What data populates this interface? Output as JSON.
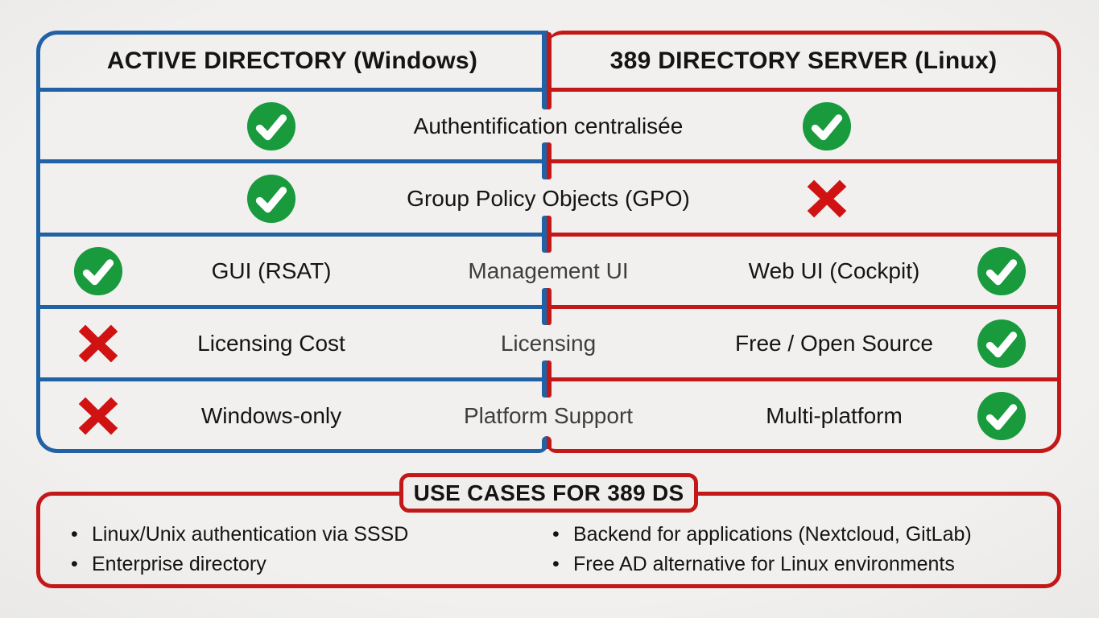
{
  "colors": {
    "blue": "#2062a5",
    "red": "#c31818",
    "green": "#189a3d",
    "cross": "#d01212",
    "background": "#efeeec",
    "text": "#141414",
    "category_text": "#3e3e3e"
  },
  "left_table": {
    "title": "ACTIVE DIRECTORY (Windows)"
  },
  "right_table": {
    "title": "389 DIRECTORY SERVER (Linux)"
  },
  "rows": [
    {
      "type": "shared",
      "left_status": "check",
      "label": "Authentification centralisée",
      "right_status": "check"
    },
    {
      "type": "shared",
      "left_status": "check",
      "label": "Group Policy Objects (GPO)",
      "right_status": "cross"
    },
    {
      "type": "split",
      "left_status": "check",
      "left_label": "GUI (RSAT)",
      "category": "Management UI",
      "right_label": "Web UI (Cockpit)",
      "right_status": "check"
    },
    {
      "type": "split",
      "left_status": "cross",
      "left_label": "Licensing Cost",
      "category": "Licensing",
      "right_label": "Free / Open Source",
      "right_status": "check"
    },
    {
      "type": "split",
      "left_status": "cross",
      "left_label": "Windows-only",
      "category": "Platform Support",
      "right_label": "Multi-platform",
      "right_status": "check"
    }
  ],
  "use_cases": {
    "title": "USE CASES FOR 389 DS",
    "left_items": [
      "Linux/Unix authentication via SSSD",
      "Enterprise directory"
    ],
    "right_items": [
      "Backend for applications (Nextcloud, GitLab)",
      "Free AD alternative for Linux environments"
    ]
  }
}
